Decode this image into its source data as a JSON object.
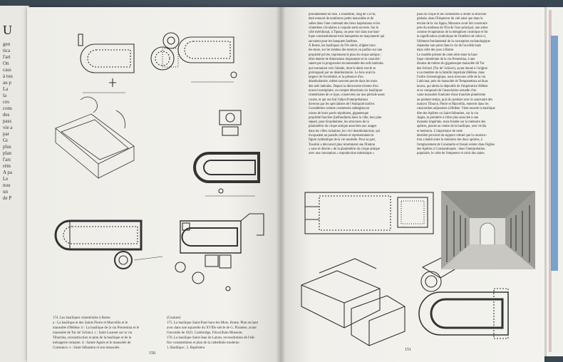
{
  "left_page": {
    "folio": "150",
    "captions": {
      "col1_lines": [
        "174. Les basiliques cimetériales à Rome.",
        "a : La basilique et des Saints Pierre et Marcellin et le",
        "mausolée d'Hélène. b : La basilique de la via Prenestina et le",
        "mausolée de Tor de' Schiavi. c : Saint Laurent sur la via",
        "Tiburtina, reconstruction et plan de la basilique et de la",
        "ménagerie romaine. d : Sainte Agnès et le mausolée de",
        "Constance. e : Saint Sébastien et son mausolée."
      ],
      "col2_lines": [
        "(Couture)",
        "175. La basilique Saint-Paul-hors-les-Murs, Rome. Plan en haut",
        "avec dans une aquarelle du XVIIIe siècle de G. Piranèse, avant",
        "l'incendie de 1823. Cambridge, Fitzwilliam Museum.",
        "176. La basilique Saint-Jean de Latran, reconstitution de l'édi-",
        "fice constantinien et plan de la cathédrale moderne.",
        "1. Basilique ; 2. Baptistère."
      ]
    }
  },
  "right_page": {
    "folio": "151",
    "column_a_lines": [
      "probablement en bois. L'ensemble, long de 150 m,",
      "était entouré de nombreux petits mausolées et de",
      "salles dans l'une contenait des lieux baptismaux et les",
      "cimetières circulaires à coupole semi-ouverte. Sur le",
      "côté méridional, à Tipasa, on peut voir dans une basi-",
      "lique constantinienne trois banquettes en maçonnerie qui",
      "servaient pour les banquets funèbres.",
      "À Rome, les basiliques du IVe siècle, érigées hors-",
      "les-murs, sur les tombes des martyrs ou parfois sur une",
      "propriété privée, reprennent le plan du cirque antique ;",
      "elles étaient de dimensions imposantes et se caractéri-",
      "saient par la progression incontestable des nefs latérales",
      "qui tournaient vers l'abside, dont le demi-cercle se",
      "prolongeait par un déambulatoire. Le bois avait la",
      "largeur de l'extrémité, et la présence d'un",
      "déambulatoire, même souvent percée dans les murs",
      "des nefs latérales. Depuis la découverte récente d'un",
      "nouvel exemplaire, on compte désormais six basiliques",
      "cimetériales de ce type, conservées sur une période assez",
      "courte, et qui ont fait l'objet d'interprétations",
      "diverses par les spécialistes de l'Antiquité tardive.",
      "Considérées comme coemeteria subteglata en",
      "raison de leurs pavés sépultures, gigantesque",
      "propriété foncière (latifundium) dans la ville, leur plan",
      "séparé, pour Krautheimer, les structures de la",
      "planimétrie du cirque antique associées aux usages",
      "dans les villes romaines, les circi deambulatoriae, qui",
      "évoquaient au paradis céleste et représentaient la",
      "figure symbolique de la vie mortelle. Pour sa part,",
      "Tosolini a découvert plus récemment une filiation",
      "« sans et directe » de la planimétrie du cirque antique",
      "avec une conception « reproduction mimésique »"
    ],
    "column_b_lines": [
      "plan du cirque et les comestores à droite la structure",
      "globale, dans l'Empereur du ciel ainsi que dans le",
      "terrain de la via Appia, Maxence avait fait construire",
      "près du tombeau de l'Est de l'axe principal, une arène",
      "comme récupération de la métaphore cosmique et fut",
      "la signification symbolique de l'intellect de celui-ci,",
      "l'élément fondamental de la conception eschatologique",
      "répandue non point dans la vie de l'au-delà mais",
      "dans celle des jeux à Rome.",
      "Le modèle présent de cette série tente la basi-",
      "lique cimetériale de la via Prenestina, à une",
      "dizaine de mètres du gigantesque mausolée dit Tor",
      "des Schiavi (Tor de' Schiavi), ayant donné à l'origine",
      "à un membre de la famille impériale (Hélène, dans",
      "l'ordre chronologique, nous trouvons celle de la via",
      "Labicana, près du mausolée de Tempanettara ad duas",
      "lauros, qui abrita la dépouille de l'impératrice Hélène",
      "et se composait de l'association actuelle d'un",
      "vaste mausolée funéraire d'une tranchée plateforme",
      "au premier temps, puis du premier avec le sanctuaire des",
      "martyrs Tiburce, Pierre et Marcellin, enterrés dans les",
      "catacombes adjacentes à Hélène. Vient ensuite la basilique",
      "dite des Apôtres ou Saint-Sébastien, sur la via",
      "Appia, la première à s'être plus associée à une",
      "dynastie impériale, mais fondée sur la mémoire des",
      "apôtres, placée au centre de la basilique, avec triclia",
      "et memoria. L'importance de cette",
      "dernière provient du support cultuel que la construc-",
      "tion a établi entre la mémoire des deux apôtres, à",
      "l'emplacement de Constantin et faisait exister dans l'église",
      "des Apôtres à Constantinople : dans l'interprétation",
      "populaire, le culte de l'empereur et celui des saints."
    ]
  },
  "prev_page": {
    "initial": "U",
    "lines": [
      "gen",
      "tica",
      "l'art",
      "On",
      "cass",
      "à tou",
      "au p",
      "La",
      "la",
      "ces",
      "cons",
      "des",
      "pass",
      "vie a",
      "par",
      "Gr",
      "plus",
      "plan",
      "l'arc",
      "rém",
      "A pa",
      "Le",
      "nou",
      "un",
      "de P"
    ]
  }
}
